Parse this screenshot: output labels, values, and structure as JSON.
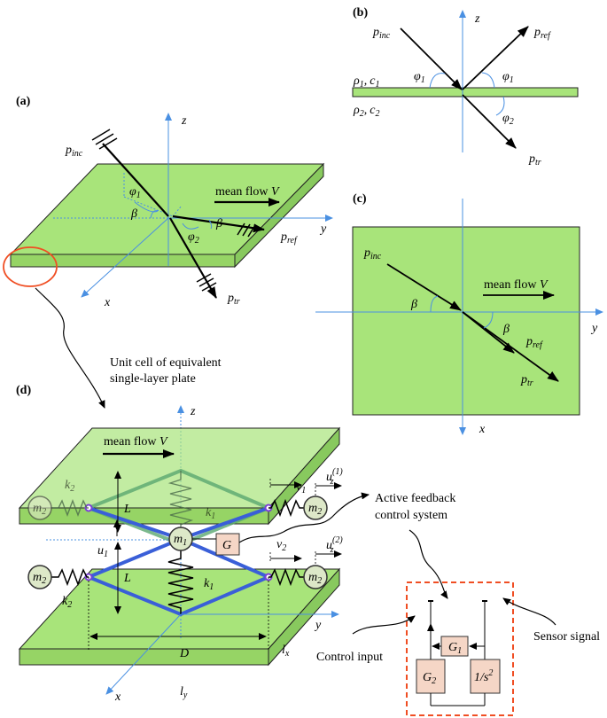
{
  "panels": {
    "a": "(a)",
    "b": "(b)",
    "c": "(c)",
    "d": "(d)"
  },
  "axes": {
    "x": "x",
    "y": "y",
    "z": "z"
  },
  "waves": {
    "p": "p",
    "inc": "inc",
    "ref": "ref",
    "tr": "tr"
  },
  "angles": {
    "phi": "φ",
    "sub1": "1",
    "sub2": "2",
    "beta": "β"
  },
  "media": {
    "rho": "ρ",
    "c": "c",
    "sub1": "1",
    "sub2": "2",
    "sep": ","
  },
  "flow": {
    "text": "mean flow ",
    "var": "V"
  },
  "unit_cell": {
    "line1": "Unit cell of equivalent",
    "line2": "single-layer plate"
  },
  "d": {
    "L": "L",
    "D": "D",
    "k": "k",
    "m": "m",
    "u": "u",
    "v": "v",
    "l": "l",
    "lx_sub": "x",
    "ly_sub": "y",
    "sup1": "(1)",
    "sup2": "(2)",
    "z_sub": "z",
    "G": "G"
  },
  "control": {
    "title1": "Active feedback",
    "title2": "control system",
    "G1": "G",
    "G1_sub": "1",
    "G2": "G",
    "G2_sub": "2",
    "integ": "1/s",
    "integ_sup": "2",
    "control_input": "Control input",
    "sensor_signal": "Sensor signal"
  },
  "colors": {
    "plate": "#a8e47a",
    "plate_dark": "#88c95e",
    "axis": "#4a90e2",
    "lattice": "#3a5fd8",
    "mass": "#dde8c8",
    "control_box": "#f5d6c6",
    "dashed_border": "#f04e23",
    "ellipse": "#f04e23"
  }
}
